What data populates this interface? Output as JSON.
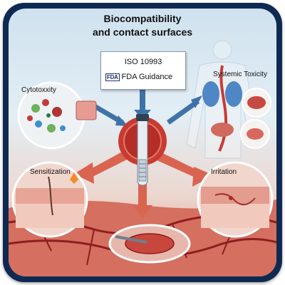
{
  "title": {
    "line1": "Biocompatibility",
    "line2": "and contact surfaces"
  },
  "standards": {
    "iso": "ISO 10993",
    "fda_logo": "FDA",
    "fda_guidance": "FDA Guidance"
  },
  "labels": {
    "cytotoxicity": "Cytotoxxity",
    "systemic_toxicity": "Systemic Toxicity",
    "sensitization": "Sensitization",
    "irritation": "Irritation"
  },
  "colors": {
    "frame": "#0f2a52",
    "arrow_blue": "#3f73a8",
    "arrow_red": "#d9644f",
    "central_disc": "#c93a32",
    "tissue": "#e8a08f"
  }
}
